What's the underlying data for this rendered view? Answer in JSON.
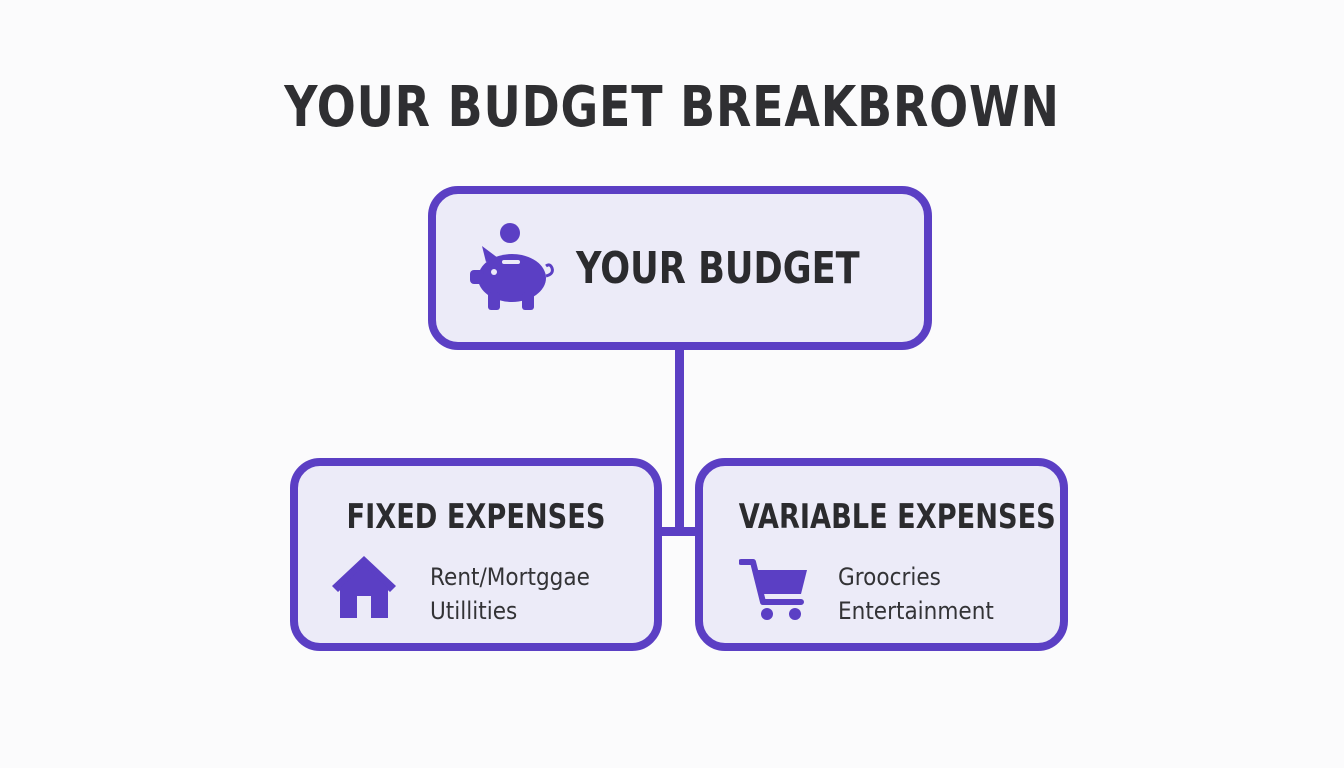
{
  "title": "YOUR BUDGET BREAKBROWN",
  "root": {
    "label": "YOUR BUDGET",
    "icon": "piggy-bank-icon"
  },
  "categories": [
    {
      "heading": "FIXED EXPENSES",
      "icon": "house-icon",
      "items": [
        "Rent/Mortggae",
        "Utillities"
      ]
    },
    {
      "heading": "VARIABLE EXPENSES",
      "icon": "shopping-cart-icon",
      "items": [
        "Groocries",
        "Entertainment"
      ]
    }
  ],
  "colors": {
    "accent": "#5b3fc4",
    "box_fill": "#ecebf8",
    "text": "#2b2b2e",
    "background": "#fbfbfc"
  }
}
